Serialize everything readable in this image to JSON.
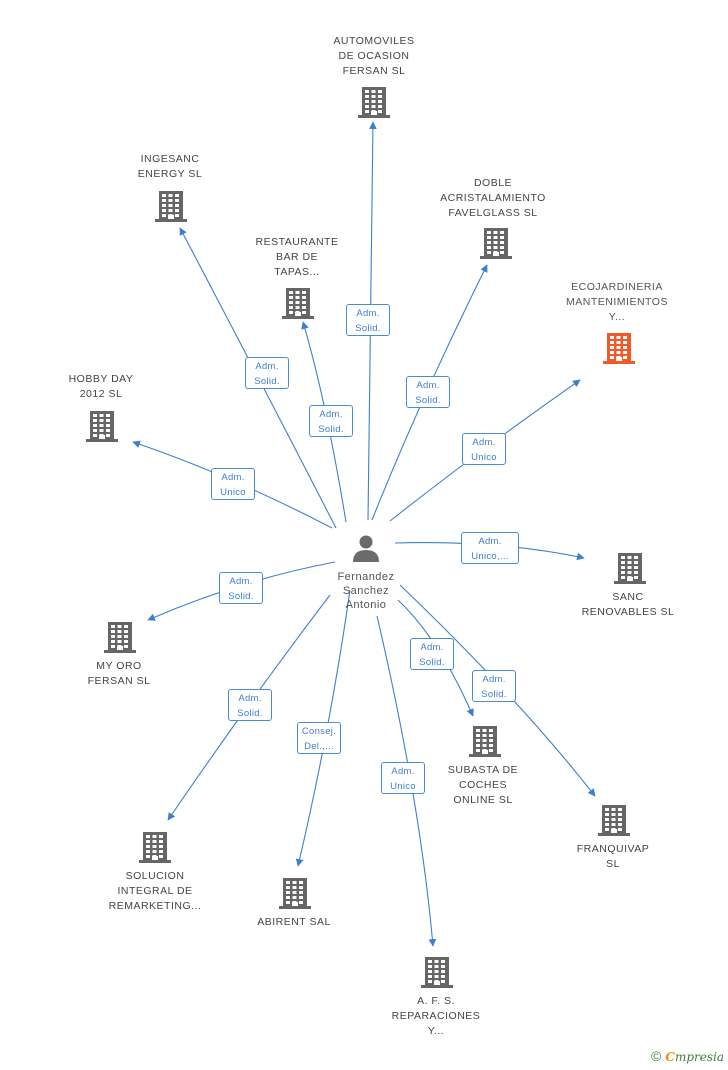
{
  "colors": {
    "edge": "#3d7fcf",
    "building": "#666666",
    "highlight": "#f05a28",
    "person": "#6b6b6b"
  },
  "person": {
    "icon": "person-icon",
    "lines": [
      "Fernandez",
      "Sanchez",
      "Antonio"
    ]
  },
  "companies": [
    {
      "id": "automoviles",
      "lines": [
        "AUTOMOVILES",
        "DE OCASION",
        "FERSAN SL"
      ],
      "icon": "building-icon"
    },
    {
      "id": "ingesanc",
      "lines": [
        "INGESANC",
        "ENERGY SL"
      ],
      "icon": "building-icon"
    },
    {
      "id": "doble",
      "lines": [
        "DOBLE",
        "ACRISTALAMIENTO",
        "FAVELGLASS SL"
      ],
      "icon": "building-icon"
    },
    {
      "id": "restaurante",
      "lines": [
        "RESTAURANTE",
        "BAR DE",
        "TAPAS..."
      ],
      "icon": "building-icon"
    },
    {
      "id": "ecojardineria",
      "lines": [
        "ECOJARDINERIA",
        "MANTENIMIENTOS",
        "Y..."
      ],
      "icon": "building-icon",
      "highlight": true
    },
    {
      "id": "hobby",
      "lines": [
        "HOBBY DAY",
        "2012 SL"
      ],
      "icon": "building-icon"
    },
    {
      "id": "sanc",
      "lines": [
        "SANC",
        "RENOVABLES SL"
      ],
      "icon": "building-icon"
    },
    {
      "id": "myoro",
      "lines": [
        "MY ORO",
        "FERSAN SL"
      ],
      "icon": "building-icon"
    },
    {
      "id": "subasta",
      "lines": [
        "SUBASTA DE",
        "COCHES",
        "ONLINE  SL"
      ],
      "icon": "building-icon"
    },
    {
      "id": "franquivap",
      "lines": [
        "FRANQUIVAP",
        "SL"
      ],
      "icon": "building-icon"
    },
    {
      "id": "solucion",
      "lines": [
        "SOLUCION",
        "INTEGRAL DE",
        "REMARKETING..."
      ],
      "icon": "building-icon"
    },
    {
      "id": "abirent",
      "lines": [
        "ABIRENT SAL"
      ],
      "icon": "building-icon"
    },
    {
      "id": "afs",
      "lines": [
        "A.  F. S.",
        "REPARACIONES",
        "Y..."
      ],
      "icon": "building-icon"
    }
  ],
  "relations": [
    {
      "target": "automoviles",
      "lines": [
        "Adm.",
        "Solid."
      ]
    },
    {
      "target": "ingesanc",
      "lines": [
        "Adm.",
        "Solid."
      ]
    },
    {
      "target": "restaurante",
      "lines": [
        "Adm.",
        "Solid."
      ]
    },
    {
      "target": "doble",
      "lines": [
        "Adm.",
        "Solid."
      ]
    },
    {
      "target": "ecojardineria",
      "lines": [
        "Adm.",
        "Unico"
      ]
    },
    {
      "target": "hobby",
      "lines": [
        "Adm.",
        "Unico"
      ]
    },
    {
      "target": "sanc",
      "lines": [
        "Adm.",
        "Unico,..."
      ]
    },
    {
      "target": "myoro",
      "lines": [
        "Adm.",
        "Solid."
      ]
    },
    {
      "target": "subasta",
      "lines": [
        "Adm.",
        "Solid."
      ]
    },
    {
      "target": "franquivap",
      "lines": [
        "Adm.",
        "Solid."
      ]
    },
    {
      "target": "solucion",
      "lines": [
        "Adm.",
        "Solid."
      ]
    },
    {
      "target": "abirent",
      "lines": [
        "Consej.",
        "Del.,..."
      ]
    },
    {
      "target": "afs",
      "lines": [
        "Adm.",
        "Unico"
      ]
    }
  ],
  "footer": {
    "copyright": "©",
    "brand_initial": "C",
    "brand_rest": "mpresia"
  }
}
